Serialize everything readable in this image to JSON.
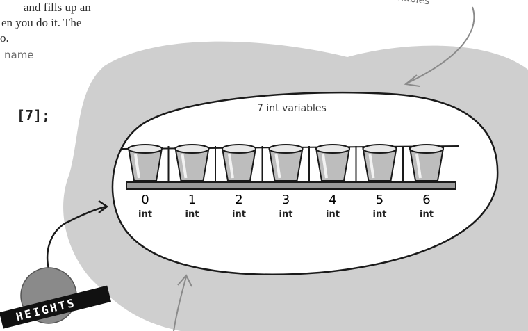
{
  "text": {
    "line1": "and fills up an",
    "line2": "en you do it. The",
    "line3": "o."
  },
  "annotations": {
    "name_note": "name",
    "top_note": "variables",
    "oval_label": "7 int variables",
    "badge": "HEIGHTS"
  },
  "code": {
    "fragment": "[7];"
  },
  "slots": [
    {
      "index": "0",
      "type": "int"
    },
    {
      "index": "1",
      "type": "int"
    },
    {
      "index": "2",
      "type": "int"
    },
    {
      "index": "3",
      "type": "int"
    },
    {
      "index": "4",
      "type": "int"
    },
    {
      "index": "5",
      "type": "int"
    },
    {
      "index": "6",
      "type": "int"
    }
  ],
  "colors": {
    "blob": "#cfcfcf",
    "line": "#1a1a1a",
    "arrow": "#8a8a8a"
  }
}
